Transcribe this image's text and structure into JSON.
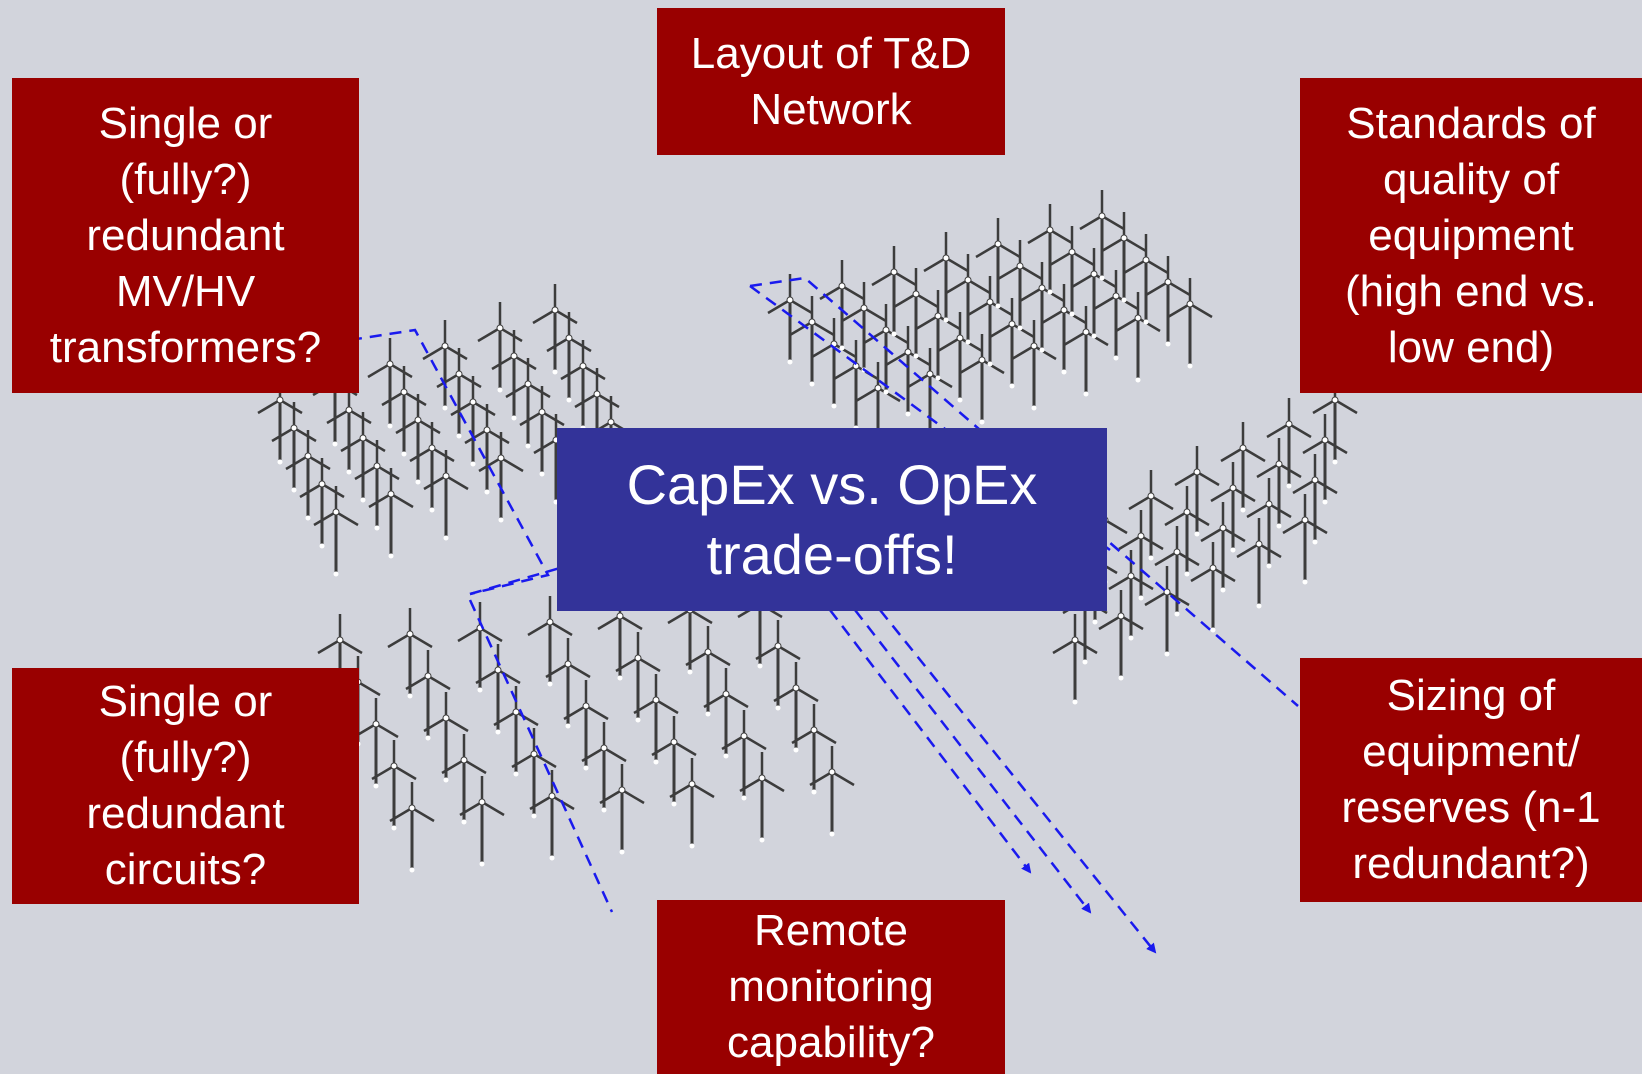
{
  "boxes": {
    "top_center": "Layout of T&D\nNetwork",
    "top_left": "Single or\n(fully?)\nredundant\nMV/HV\ntransformers?",
    "top_right": "Standards of\nquality of\nequipment\n(high end vs.\nlow end)",
    "center": "CapEx vs. OpEx\ntrade-offs!",
    "bottom_left": "Single or\n(fully?)\nredundant\ncircuits?",
    "bottom_right": "Sizing of\nequipment/\nreserves (n-1\nredundant?)",
    "bottom_center": "Remote\nmonitoring\ncapability?"
  },
  "colors": {
    "background": "#d2d4dc",
    "label_box": "#990000",
    "center_box": "#333399",
    "dashed_lines": "#1a1aee",
    "turbine": "#3c3c3c"
  },
  "icons": {
    "turbine": "wind-turbine-icon",
    "arrow": "arrow-head-icon"
  }
}
